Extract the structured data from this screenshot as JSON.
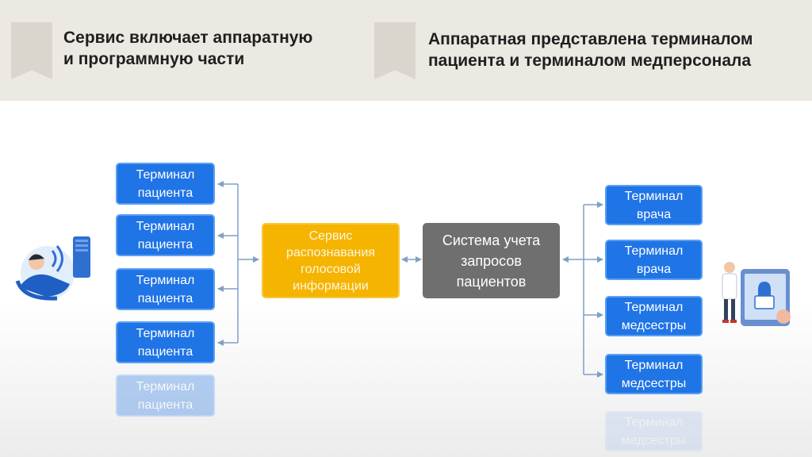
{
  "header": {
    "left_title_1": "Сервис включает аппаратную",
    "left_title_2": "и программную части",
    "right_title_1": "Аппаратная представлена терминалом",
    "right_title_2": "пациента и терминалом медперсонала"
  },
  "patient_terminals": [
    {
      "l1": "Терминал",
      "l2": "пациента"
    },
    {
      "l1": "Терминал",
      "l2": "пациента"
    },
    {
      "l1": "Терминал",
      "l2": "пациента"
    },
    {
      "l1": "Терминал",
      "l2": "пациента"
    },
    {
      "l1": "Терминал",
      "l2": "пациента"
    }
  ],
  "staff_terminals": [
    {
      "l1": "Терминал",
      "l2": "врача"
    },
    {
      "l1": "Терминал",
      "l2": "врача"
    },
    {
      "l1": "Терминал",
      "l2": "медсестры"
    },
    {
      "l1": "Терминал",
      "l2": "медсестры"
    },
    {
      "l1": "Терминал",
      "l2": "медсестры"
    }
  ],
  "service": {
    "l1": "Сервис",
    "l2": "распознавания",
    "l3": "голосовой",
    "l4": "информации"
  },
  "system": {
    "l1": "Система учета",
    "l2": "запросов",
    "l3": "пациентов"
  },
  "colors": {
    "blue": "#1f74e6",
    "orange": "#f5b400",
    "gray": "#6f6f6f",
    "connector": "#7f9fc6"
  }
}
